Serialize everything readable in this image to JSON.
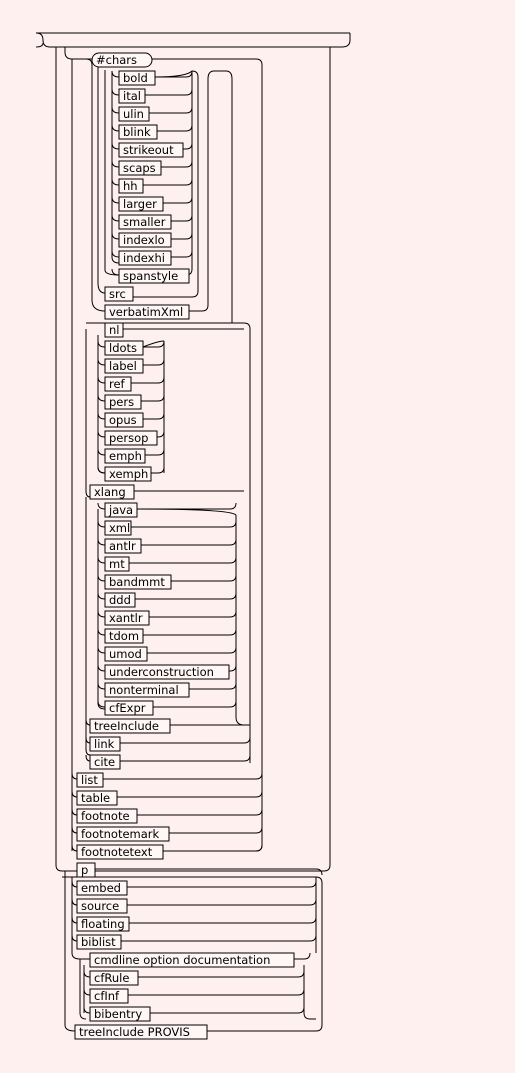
{
  "diagram": {
    "terminals": [
      "#chars",
      "bold",
      "ital",
      "ulin",
      "blink",
      "strikeout",
      "scaps",
      "hh",
      "larger",
      "smaller",
      "indexlo",
      "indexhi",
      "spanstyle",
      "src",
      "verbatimXml",
      "nl",
      "ldots",
      "label",
      "ref",
      "pers",
      "opus",
      "persop",
      "emph",
      "xemph",
      "xlang",
      "java",
      "xml",
      "antlr",
      "mt",
      "bandmmt",
      "ddd",
      "xantlr",
      "tdom",
      "umod",
      "underconstruction",
      "nonterminal",
      "cfExpr",
      "treeInclude",
      "link",
      "cite",
      "list",
      "table",
      "footnote",
      "footnotemark",
      "footnotetext",
      "p",
      "embed",
      "source",
      "floating",
      "biblist",
      "cmdline_option_documentation",
      "cfRule",
      "cfInf",
      "bibentry",
      "treeInclude_PROVIS"
    ]
  }
}
